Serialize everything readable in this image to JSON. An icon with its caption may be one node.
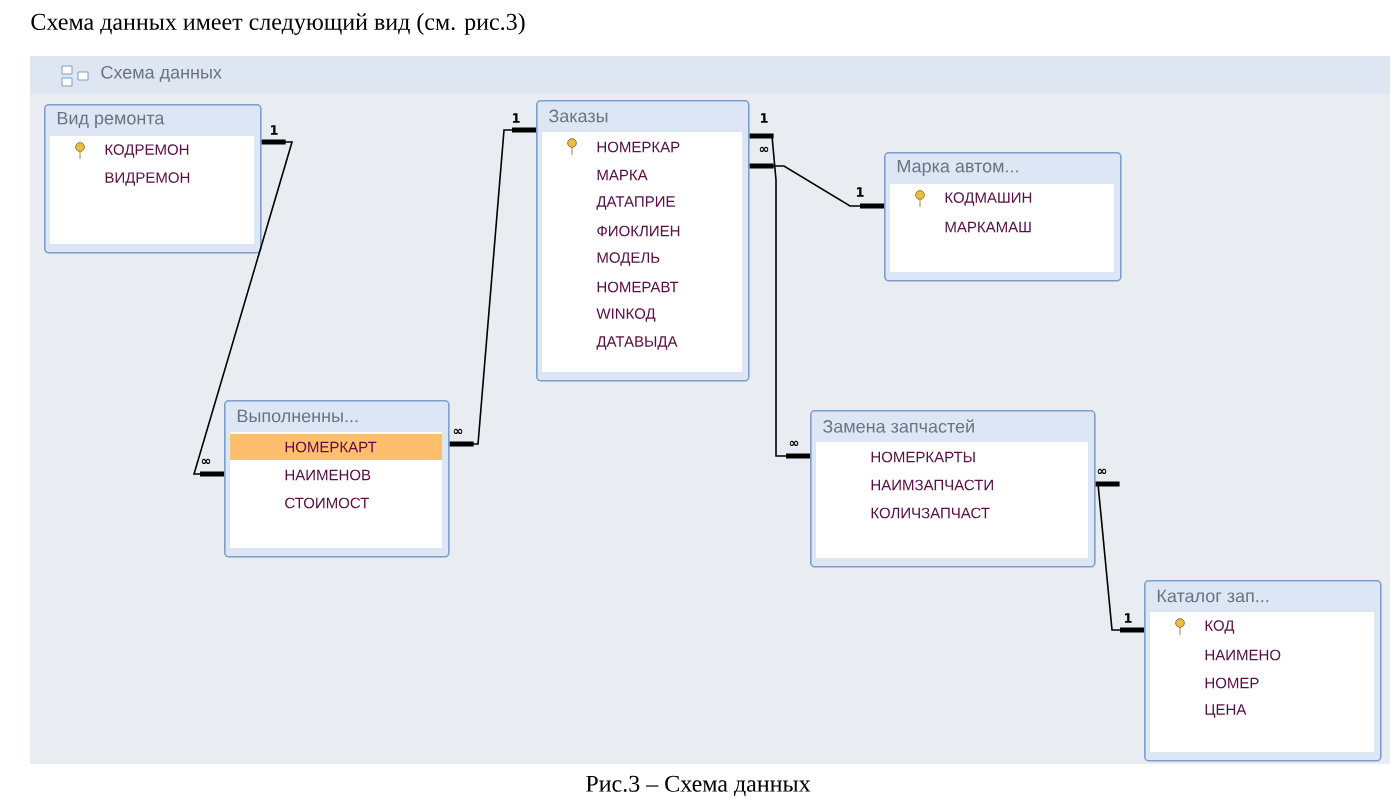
{
  "diagram": {
    "title": "Схема данных имеет следующий вид (см. рис.3)",
    "caption": "Рис.3 – Схема данных",
    "nodes": [
      {
        "text": [
          "Вид ремонта",
          "КОДРЕМОН",
          "ВИДРЕМОН"
        ]
      },
      {
        "text": [
          "Заказы",
          "НОМЕРКАР",
          "МАРКА",
          "ДАТАПРИЕ",
          "ФИОКЛИЕН",
          "МОДЕЛЬ",
          "НОМЕРАВТ",
          "WINКОД",
          "ДАТАВЫДА"
        ]
      },
      {
        "text": [
          "Марка автом...",
          "КОДМАШИН",
          "МАРКАМАШ"
        ]
      },
      {
        "text": [
          "Выполненны...",
          "НОМЕРКАРТ",
          "НАИМЕНОВ",
          "СТОИМОСТ"
        ]
      },
      {
        "text": [
          "Замена запчастей",
          "НОМЕРКАРТЫ",
          "НАИМЗАПЧАСТИ",
          "КОЛИЧЗАПЧАСТ"
        ]
      },
      {
        "text": [
          "Каталог зап...",
          "КОД",
          "НАИМЕНО",
          "НОМЕР",
          "ЦЕНА"
        ]
      }
    ],
    "edges": [
      {
        "from": 0,
        "to": 3,
        "arrow": "other"
      },
      {
        "from": 1,
        "to": 3,
        "arrow": "other"
      },
      {
        "from": 2,
        "to": 1,
        "arrow": "other"
      },
      {
        "from": 1,
        "to": 4,
        "arrow": "other"
      },
      {
        "from": 5,
        "to": 4,
        "arrow": "other"
      }
    ],
    "labels": [
      "Схема данных",
      "1",
      "1",
      "1",
      "∞",
      "1",
      "∞",
      "∞",
      "∞",
      "∞",
      "1"
    ]
  }
}
